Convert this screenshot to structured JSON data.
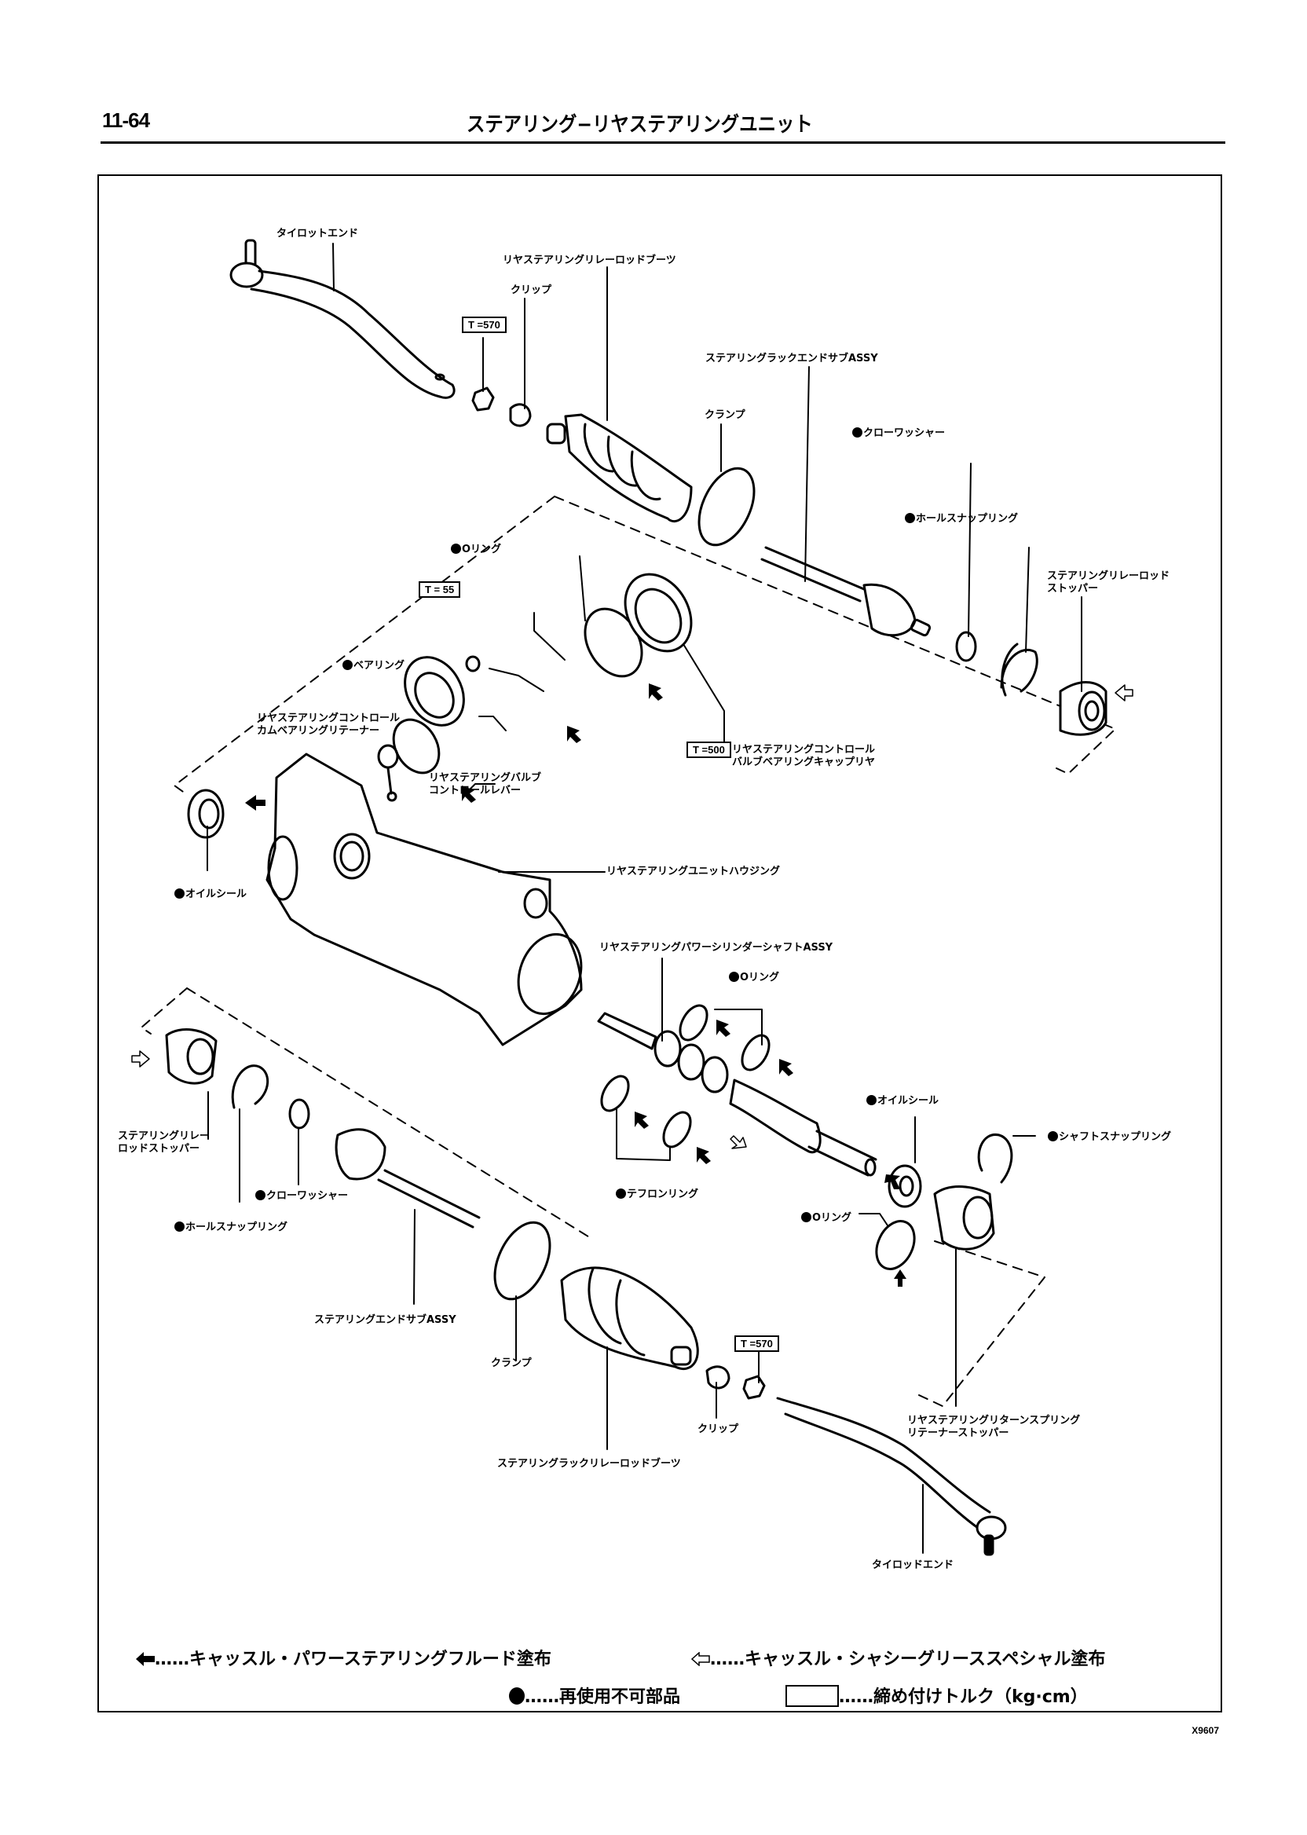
{
  "header": {
    "page_number": "11-64",
    "title": "ステアリング−リヤステアリングユニット"
  },
  "labels": {
    "tie_rod_end_top": "タイロットエンド",
    "relay_rod_boot_top": "リヤステアリングリレーロッドブーツ",
    "clip_top": "クリップ",
    "torque_570_top": "T =570",
    "rack_end_sub_assy": "ステアリングラックエンドサブASSY",
    "clamp_top": "クランプ",
    "claw_washer_top": "クローワッシャー",
    "hole_snap_ring_top": "ホールスナップリング",
    "relay_rod_stopper_top_l1": "ステアリングリレーロッド",
    "relay_rod_stopper_top_l2": "ストッパー",
    "o_ring_top": "Oリング",
    "torque_55": "T = 55",
    "bearing": "ベアリング",
    "cam_bearing_retainer_l1": "リヤステアリングコントロール",
    "cam_bearing_retainer_l2": "カムベアリングリテーナー",
    "torque_500": "T =500",
    "valve_bearing_cap_l1": "リヤステアリングコントロール",
    "valve_bearing_cap_l2": "バルブベアリングキャップリヤ",
    "valve_control_lever_l1": "リヤステアリングバルブ",
    "valve_control_lever_l2": "コントロールレバー",
    "oil_seal_left": "オイルシール",
    "unit_housing": "リヤステアリングユニットハウジング",
    "power_cylinder_shaft_assy": "リヤステアリングパワーシリンダーシャフトASSY",
    "o_ring_mid": "Oリング",
    "oil_seal_right": "オイルシール",
    "shaft_snap_ring": "シャフトスナップリング",
    "teflon_ring": "テフロンリング",
    "o_ring_low": "Oリング",
    "relay_rod_stopper_low_l1": "ステアリングリレー",
    "relay_rod_stopper_low_l2": "ロッドストッパー",
    "claw_washer_low": "クローワッシャー",
    "hole_snap_ring_low": "ホールスナップリング",
    "steering_end_sub_assy": "ステアリングエンドサブASSY",
    "clamp_low": "クランプ",
    "torque_570_low": "T =570",
    "clip_low": "クリップ",
    "rack_relay_rod_boot": "ステアリングラックリレーロッドブーツ",
    "return_spring_retainer_stopper_l1": "リヤステアリングリターンスプリング",
    "return_spring_retainer_stopper_l2": "リテーナーストッパー",
    "tie_rod_end_bottom": "タイロッドエンド"
  },
  "legend": {
    "fluid": "……キャッスル・パワーステアリングフルード塗布",
    "grease": "……キャッスル・シャシーグリーススペシャル塗布",
    "non_reusable": "……再使用不可部品",
    "torque": "……締め付けトルク（kg·cm）"
  },
  "figure_code": "X9607"
}
